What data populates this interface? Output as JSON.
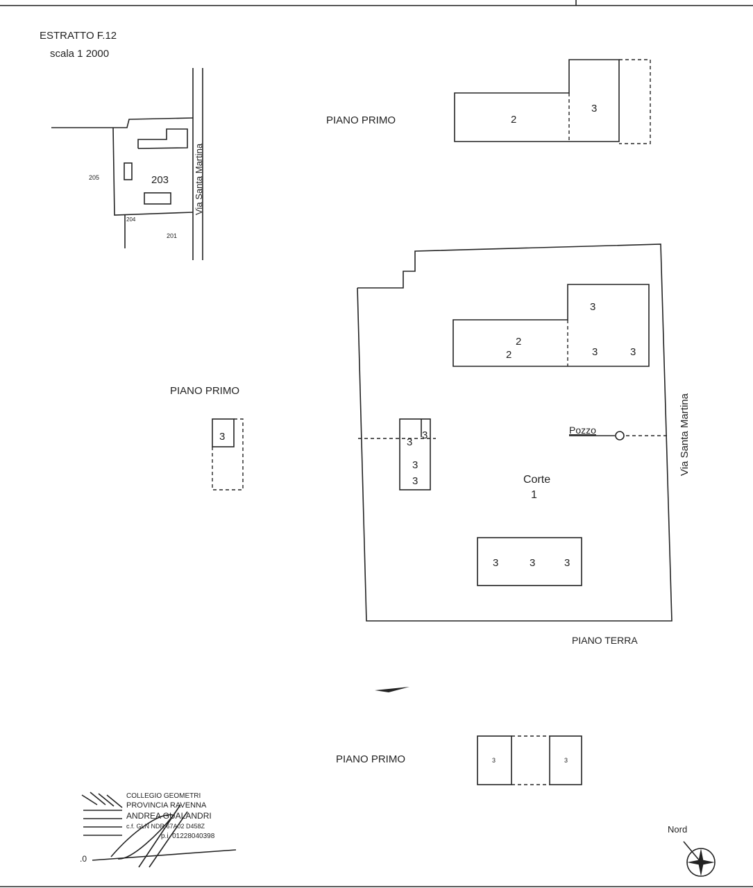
{
  "extract": {
    "title": "ESTRATTO F.12",
    "scale": "scala 1 2000",
    "parcels": {
      "main": "203",
      "west": "205",
      "south_small": "204",
      "south": "201"
    },
    "street": "Via Santa Martina"
  },
  "plans": {
    "top_right": {
      "label": "PIANO PRIMO",
      "units": [
        "2",
        "3"
      ]
    },
    "left": {
      "label": "PIANO PRIMO",
      "units": [
        "3"
      ]
    },
    "bottom": {
      "label": "PIANO PRIMO",
      "units": [
        "3",
        "3"
      ]
    },
    "ground": {
      "label": "PIANO TERRA",
      "street": "Via Santa Martina",
      "well": "Pozzo",
      "court": {
        "name": "Corte",
        "number": "1"
      },
      "main_building_units": [
        "3",
        "2",
        "2",
        "3",
        "3"
      ],
      "small_building_units": [
        "3",
        "3",
        "3",
        "3"
      ],
      "south_building_units": [
        "3",
        "3",
        "3"
      ]
    }
  },
  "stamp": {
    "line1": "COLLEGIO GEOMETRI",
    "line2": "PROVINCIA RAVENNA",
    "line3": "ANDREA GUALANDRI",
    "line4": "c.f. GLN NDR 67A02 D458Z",
    "line5": "p.i. 01228040398"
  },
  "north": {
    "label": "Nord"
  },
  "footer_mark": ".0"
}
